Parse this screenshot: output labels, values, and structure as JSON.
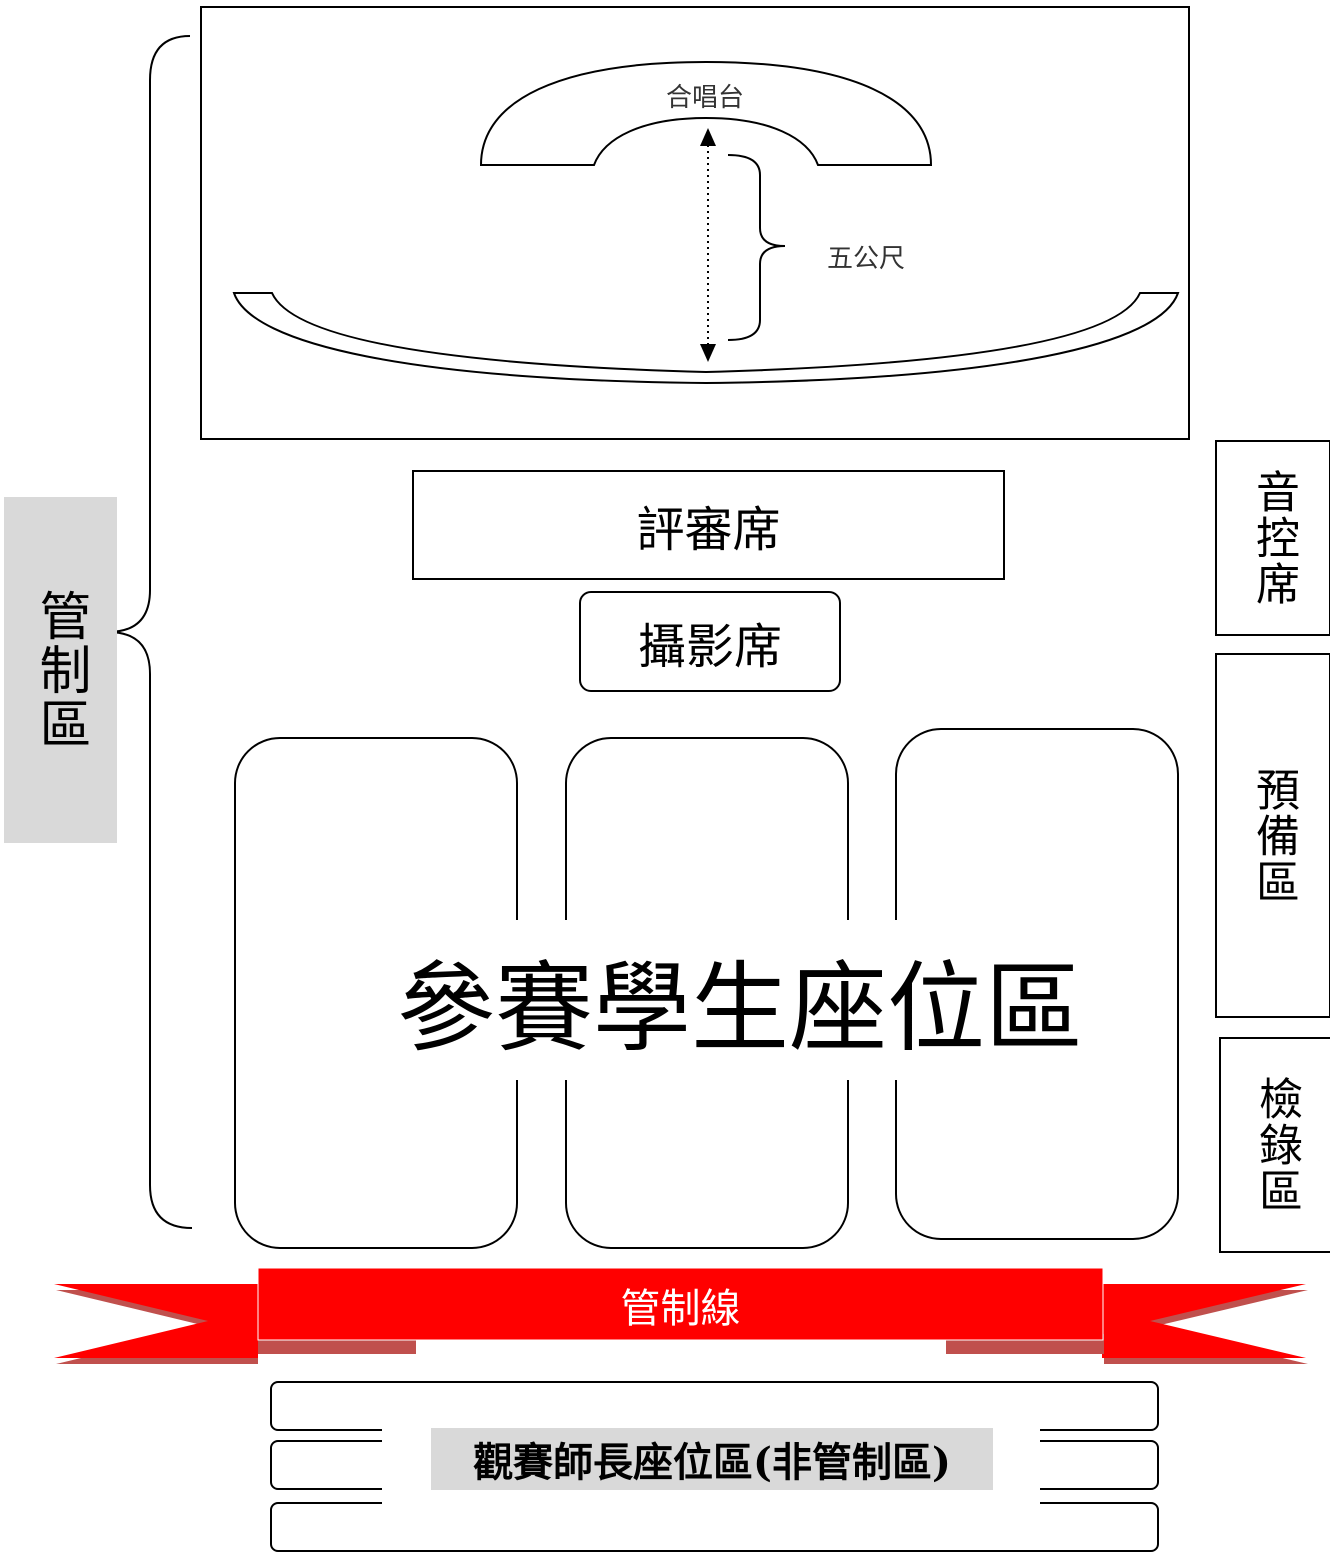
{
  "stage": {
    "choir_label": "合唱台",
    "distance_label": "五公尺"
  },
  "judges_label": "評審席",
  "camera_label": "攝影席",
  "sound_label": "音控席",
  "standby_label": "預備區",
  "checkin_label": "檢錄區",
  "control_zone_label": "管制區",
  "students_label": "參賽學生座位區",
  "control_line_label": "管制線",
  "audience_label": "觀賽師長座位區(非管制區)",
  "colors": {
    "ribbon": "#ff0000",
    "ribbon_shadow": "#c0504d",
    "tag_gray": "#d9d9d9"
  }
}
